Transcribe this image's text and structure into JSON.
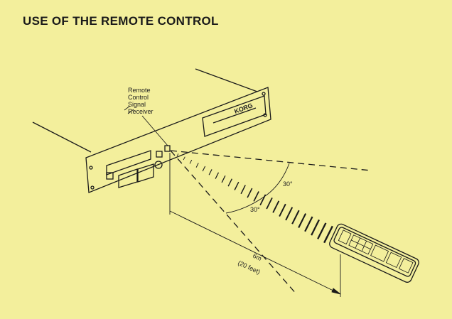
{
  "title": "USE OF THE REMOTE CONTROL",
  "receiver_label": [
    "Remote",
    "Control",
    "Signal",
    "Receiver"
  ],
  "brand": "KORG",
  "angle_upper": "30°",
  "angle_lower": "30°",
  "distance": "6m",
  "distance_feet": "(20 feet)"
}
